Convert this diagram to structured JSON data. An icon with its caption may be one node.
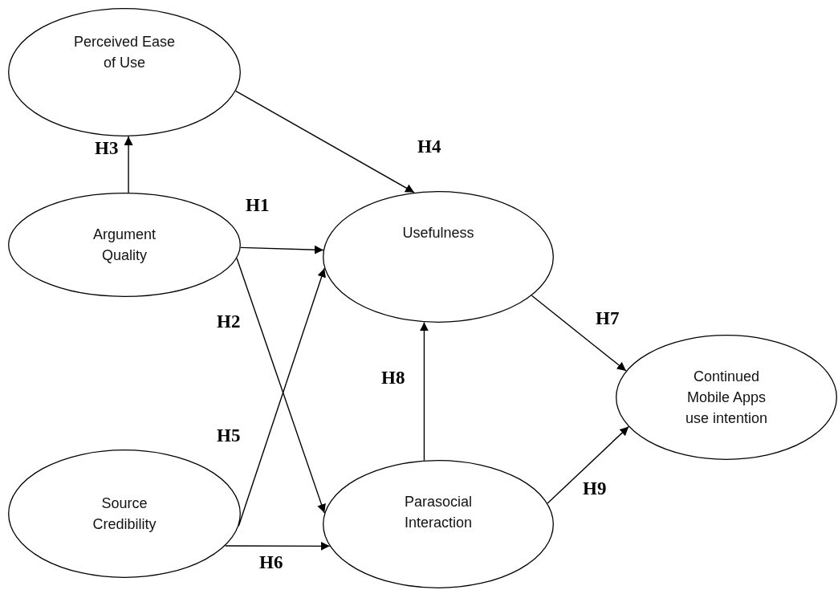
{
  "diagram": {
    "nodes": [
      {
        "text": [
          "Perceived Ease of Use"
        ]
      },
      {
        "text": [
          "Argument Quality"
        ]
      },
      {
        "text": [
          "Source Credibility"
        ]
      },
      {
        "text": [
          "Usefulness"
        ]
      },
      {
        "text": [
          "Parasocial Interaction"
        ]
      },
      {
        "text": [
          "Continued Mobile Apps use intention"
        ]
      }
    ],
    "edges": [
      {
        "from": 1,
        "to": 0,
        "arrow": "to",
        "label": "H3"
      },
      {
        "from": 0,
        "to": 3,
        "arrow": "to",
        "label": "H4"
      },
      {
        "from": 1,
        "to": 3,
        "arrow": "to",
        "label": "H1"
      },
      {
        "from": 1,
        "to": 4,
        "arrow": "to",
        "label": "H2"
      },
      {
        "from": 2,
        "to": 3,
        "arrow": "to",
        "label": "H5"
      },
      {
        "from": 2,
        "to": 4,
        "arrow": "to",
        "label": "H6"
      },
      {
        "from": 4,
        "to": 3,
        "arrow": "to",
        "label": "H8"
      },
      {
        "from": 3,
        "to": 5,
        "arrow": "to",
        "label": "H7"
      },
      {
        "from": 4,
        "to": 5,
        "arrow": "to",
        "label": "H9"
      }
    ]
  }
}
